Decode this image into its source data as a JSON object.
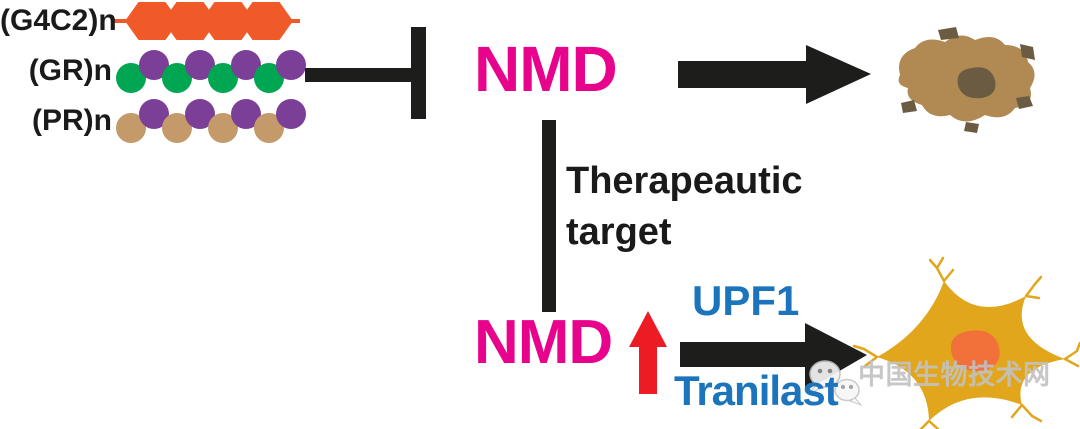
{
  "figure": {
    "repeat_expansions": [
      {
        "label": "(G4C2)n",
        "motif": "hexagon-chain",
        "units": 4,
        "color": "#F05A28"
      },
      {
        "label": "(GR)n",
        "motif": "bead-chain",
        "units": 8,
        "colors": [
          "#00A651",
          "#7B3F98"
        ]
      },
      {
        "label": "(PR)n",
        "motif": "bead-chain",
        "units": 8,
        "colors": [
          "#C49A6B",
          "#7B3F98"
        ]
      }
    ],
    "nmd_top": {
      "label": "NMD",
      "color": "#E8038C"
    },
    "therapeutic_target": {
      "line1": "Therapeautic",
      "line2": "target"
    },
    "nmd_bottom": {
      "label": "NMD",
      "up_arrow_color": "#ED1C24"
    },
    "upf1": {
      "label": "UPF1",
      "color": "#1C75BC"
    },
    "tranilast": {
      "label": "Tranilast",
      "color": "#1C75BC"
    },
    "flow_arrow_color": "#1D1D1B",
    "dying_cell": {
      "icon": "dying-cell-illustration",
      "body_color": "#B08A52",
      "debris_color": "#6B5B42"
    },
    "healthy_neuron": {
      "icon": "healthy-neuron-illustration",
      "body_color": "#E1A61C",
      "nucleus_color": "#F2703A"
    }
  },
  "watermark": {
    "icon": "wechat-icon",
    "text": "中国生物技术网",
    "color": "#C2C2C2"
  }
}
